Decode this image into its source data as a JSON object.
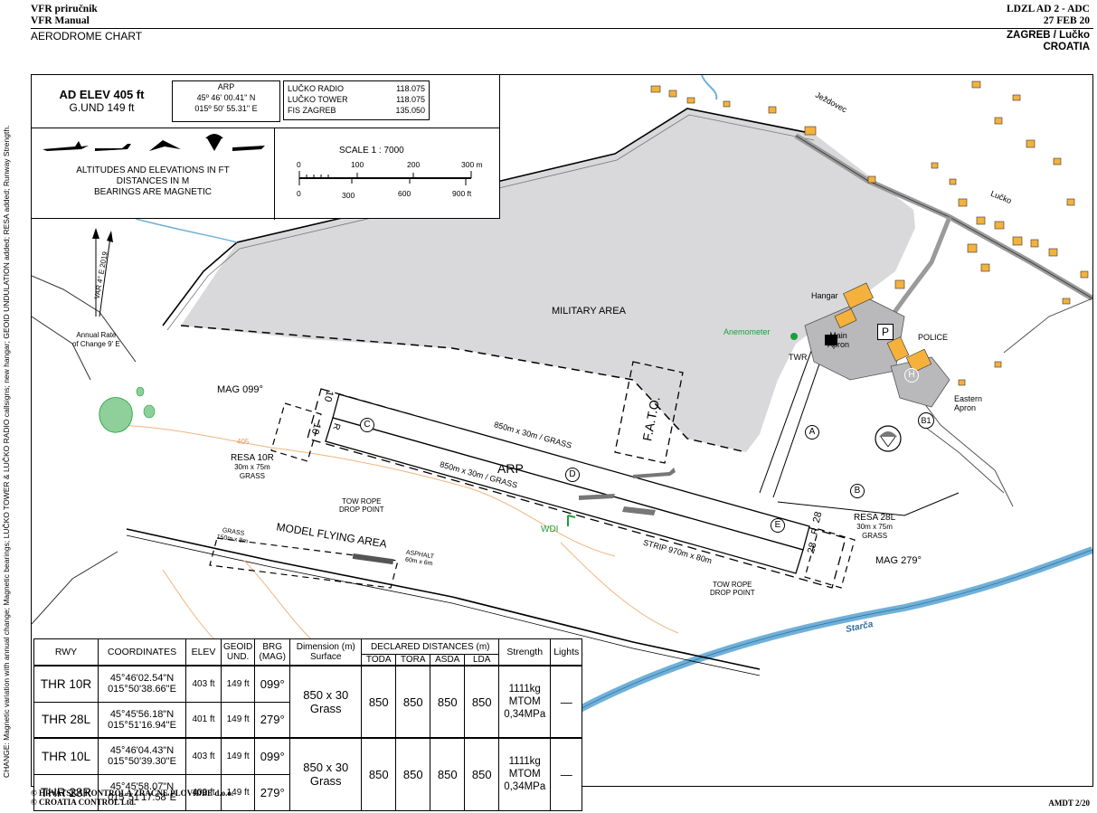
{
  "header": {
    "left_line1": "VFR priručnik",
    "left_line2": "VFR Manual",
    "left_line3": "AERODROME CHART",
    "right_line1": "LDZL AD 2 - ADC",
    "right_line2": "27 FEB 20",
    "right_line3": "ZAGREB / Lučko",
    "right_line4": "CROATIA"
  },
  "info": {
    "ad_elev": "AD ELEV 405 ft",
    "gund": "G.UND 149 ft",
    "arp_title": "ARP",
    "arp_lat": "45º 46' 00.41\" N",
    "arp_lon": "015º 50' 55.31\" E",
    "freq": [
      {
        "name": "LUČKO RADIO",
        "value": "118.075"
      },
      {
        "name": "LUČKO TOWER",
        "value": "118.075"
      },
      {
        "name": "FIS ZAGREB",
        "value": "135.050"
      }
    ],
    "units_line1": "ALTITUDES  AND ELEVATIONS  IN FT",
    "units_line2": "DISTANCES IN M",
    "units_line3": "BEARINGS ARE MAGNETIC",
    "scale_title": "SCALE  1 : 7000",
    "scale_m": [
      "0",
      "100",
      "200",
      "300 m"
    ],
    "scale_ft": [
      "0",
      "300",
      "600",
      "900 ft"
    ]
  },
  "map": {
    "var_label": "VAR  4° E  2019",
    "annual_rate1": "Annual Rate",
    "annual_rate2": "of Change 9' E",
    "military_area": "MILITARY AREA",
    "fato": "F.A.T.O.",
    "mag099": "MAG 099°",
    "mag279": "MAG 279°",
    "resa10_1": "RESA 10R",
    "resa10_2": "30m x 75m",
    "resa10_3": "GRASS",
    "resa28_1": "RESA 28L",
    "resa28_2": "30m x 75m",
    "resa28_3": "GRASS",
    "rwy_upper": "850m x 30m / GRASS",
    "rwy_lower": "850m x 30m / GRASS",
    "strip": "STRIP 970m x 80m",
    "arp": "ARP",
    "tow1a": "TOW ROPE",
    "tow1b": "DROP POINT",
    "tow2a": "TOW ROPE",
    "tow2b": "DROP POINT",
    "wdi": "WDI",
    "model_area": "MODEL FLYING AREA",
    "grass_a": "GRASS",
    "grass_b": "150m x 8m",
    "asphalt_a": "ASPHALT",
    "asphalt_b": "60m x 6m",
    "contour": "405",
    "anemometer": "Anemometer",
    "twr": "TWR",
    "hangar": "Hangar",
    "main_apron1": "Main",
    "main_apron2": "Apron",
    "police": "POLICE",
    "eastern1": "Eastern",
    "eastern2": "Apron",
    "parking": "P",
    "heli": "H",
    "b1": "B1",
    "taxi_a": "A",
    "taxi_b": "B",
    "taxi_c": "C",
    "taxi_d": "D",
    "taxi_e": "E",
    "jezdovec": "Ježdovec",
    "lucko": "Lučko",
    "starca": "Starča",
    "th10_1": "10",
    "th10_2": "R",
    "th10_3": "10",
    "th10_4": "L",
    "th28_1": "28",
    "th28_2": "R",
    "th28_3": "28",
    "th28_4": "L"
  },
  "table": {
    "headers": {
      "rwy": "RWY",
      "coordinates": "COORDINATES",
      "elev": "ELEV",
      "geoid1": "GEOID",
      "geoid2": "UND.",
      "brg1": "BRG",
      "brg2": "(MAG)",
      "dim1": "Dimension (m)",
      "dim2": "Surface",
      "declared": "DECLARED DISTANCES (m)",
      "toda": "TODA",
      "tora": "TORA",
      "asda": "ASDA",
      "lda": "LDA",
      "strength": "Strength",
      "lights": "Lights"
    },
    "rows": [
      {
        "rwy": "THR 10R",
        "lat": "45°46'02.54\"N",
        "lon": "015°50'38.66\"E",
        "elev": "403 ft",
        "geoid": "149 ft",
        "brg": "099°"
      },
      {
        "rwy": "THR 28L",
        "lat": "45°45'56.18\"N",
        "lon": "015°51'16.94\"E",
        "elev": "401 ft",
        "geoid": "149 ft",
        "brg": "279°"
      },
      {
        "rwy": "THR 10L",
        "lat": "45°46'04.43\"N",
        "lon": "015°50'39.30\"E",
        "elev": "403 ft",
        "geoid": "149 ft",
        "brg": "099°"
      },
      {
        "rwy": "THR 28R",
        "lat": "45°45'58.07\"N",
        "lon": "015°51'17.58\"E",
        "elev": "400 ft",
        "geoid": "149 ft",
        "brg": "279°"
      }
    ],
    "groups": [
      {
        "dim": "850 x 30",
        "surface": "Grass",
        "toda": "850",
        "tora": "850",
        "asda": "850",
        "lda": "850",
        "s1": "1111kg",
        "s2": "MTOM",
        "s3": "0,34MPa",
        "lights": "—"
      },
      {
        "dim": "850 x 30",
        "surface": "Grass",
        "toda": "850",
        "tora": "850",
        "asda": "850",
        "lda": "850",
        "s1": "1111kg",
        "s2": "MTOM",
        "s3": "0,34MPa",
        "lights": "—"
      }
    ]
  },
  "side_note": "CHANGE: Magnetic variation with annual change; Magnetic bearings; LUČKO TOWER & LUČKO RADIO callsigns; new hangar; GEOID UNDULATION added; RESA added; Runway Strength.",
  "footer": {
    "line1": "© HRVATSKA KONTROLA ZRAČNE PLOVIDBE d.o.o.",
    "line2": "© CROATIA CONTROL Ltd.",
    "amdt": "AMDT 2/20"
  },
  "colors": {
    "military_fill": "#d9d9db",
    "building": "#f4b13c",
    "river": "#6fb0d9",
    "road": "#9a9a9a",
    "contour": "#f2b47c",
    "green": "#1a9f3c",
    "bush": "#8fcf9a"
  }
}
